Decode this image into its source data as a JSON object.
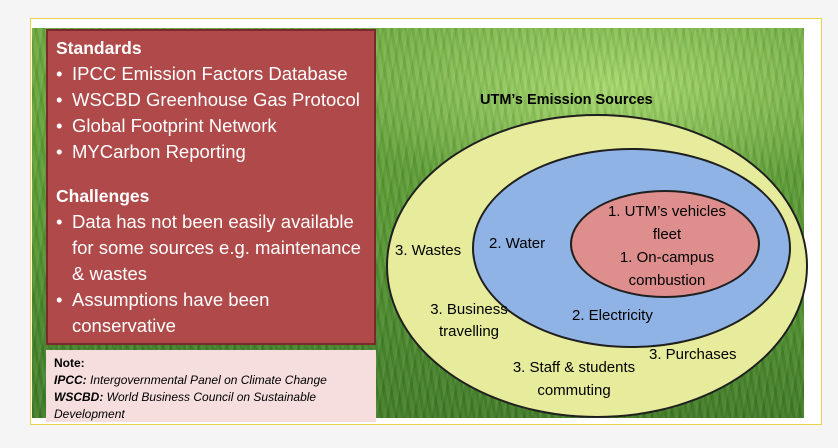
{
  "standards": {
    "heading": "Standards",
    "items": [
      "IPCC Emission Factors Database",
      "WSCBD Greenhouse Gas Protocol",
      "Global Footprint Network",
      "MYCarbon Reporting"
    ]
  },
  "challenges": {
    "heading": "Challenges",
    "items": [
      "Data has not been easily available for some sources e.g. maintenance & wastes",
      " Assumptions have been conservative"
    ]
  },
  "note": {
    "title": "Note:",
    "entries": [
      {
        "abbr": "IPCC:",
        "definition": " Intergovernmental Panel on Climate Change"
      },
      {
        "abbr": "WSCBD:",
        "definition": " World Business Council on Sustainable Development"
      }
    ]
  },
  "diagram": {
    "title": "UTM’s Emission Sources",
    "inner": {
      "line1": "1. UTM’s vehicles",
      "line2": "fleet",
      "line3": "1. On-campus",
      "line4": "combustion"
    },
    "middle": {
      "water": "2. Water",
      "electricity": "2. Electricity"
    },
    "outer": {
      "wastes": "3. Wastes",
      "business_line1": "3. Business",
      "business_line2": "travelling",
      "staff_line1": "3. Staff & students",
      "staff_line2": "commuting",
      "purchases": "3. Purchases"
    },
    "colors": {
      "outer": "#e7ec9c",
      "middle": "#8fb3e5",
      "inner": "#df8e8e"
    }
  }
}
